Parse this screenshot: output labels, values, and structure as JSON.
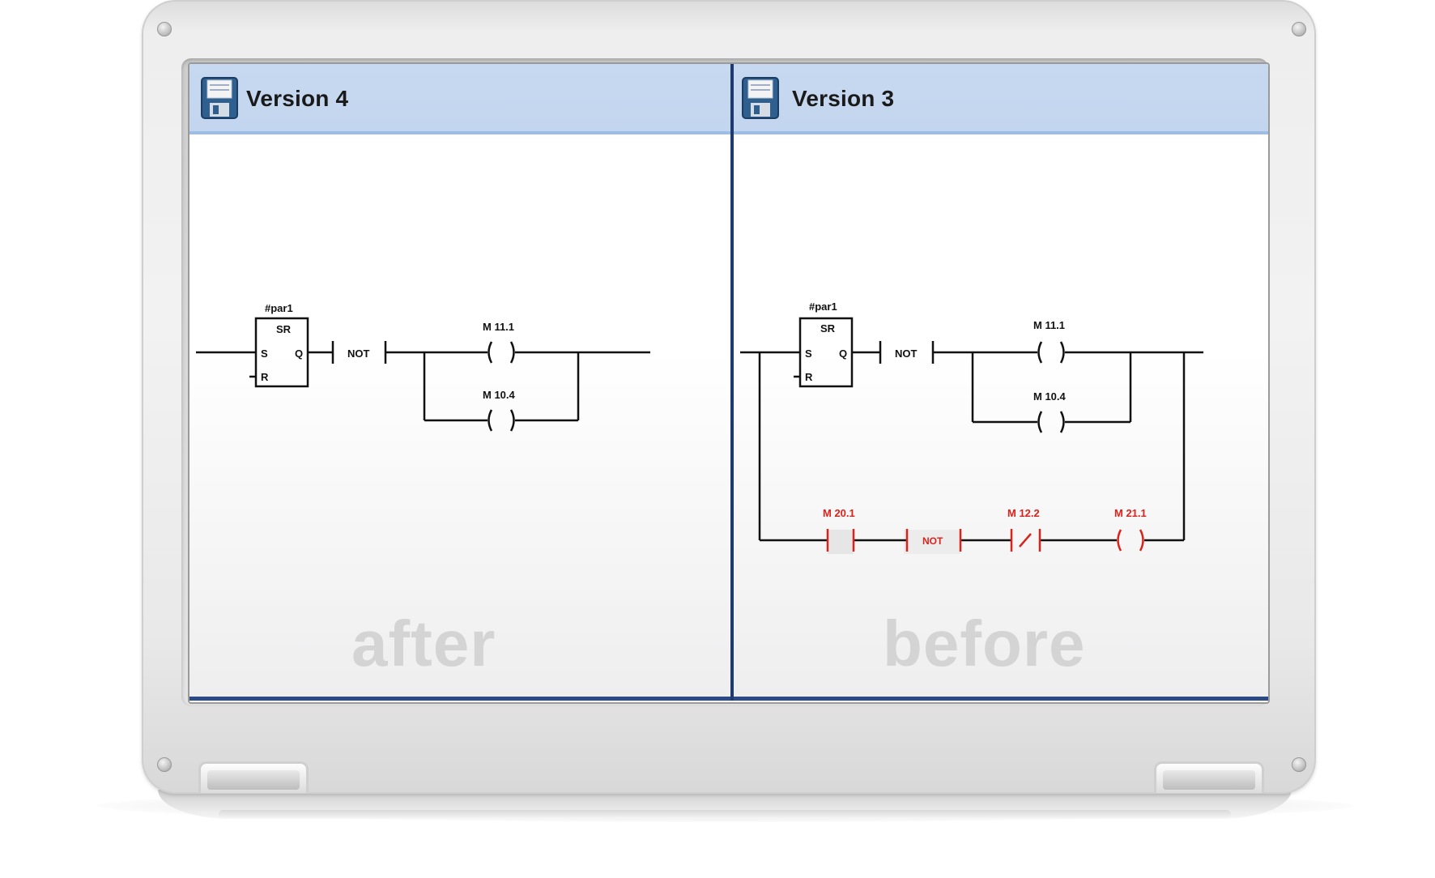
{
  "left_pane": {
    "title": "Version 4",
    "watermark": "after",
    "block": {
      "instance": "#par1",
      "type": "SR",
      "pin_s": "S",
      "pin_r": "R",
      "pin_q": "Q"
    },
    "not_label": "NOT",
    "coil_1": "M 11.1",
    "coil_2": "M 10.4"
  },
  "right_pane": {
    "title": "Version 3",
    "watermark": "before",
    "block": {
      "instance": "#par1",
      "type": "SR",
      "pin_s": "S",
      "pin_r": "R",
      "pin_q": "Q"
    },
    "not_label": "NOT",
    "coil_1": "M 11.1",
    "coil_2": "M 10.4",
    "changed_branch": {
      "contact_1": "M 20.1",
      "not_label": "NOT",
      "contact_2": "M 12.2",
      "coil": "M 21.1"
    }
  },
  "colors": {
    "header_bg": "#c5d8ef",
    "divider": "#1f3a6e",
    "diff_highlight": "#d9231d",
    "watermark": "#d4d4d4"
  },
  "icons": {
    "pane_header": "floppy-disk-save-icon"
  }
}
